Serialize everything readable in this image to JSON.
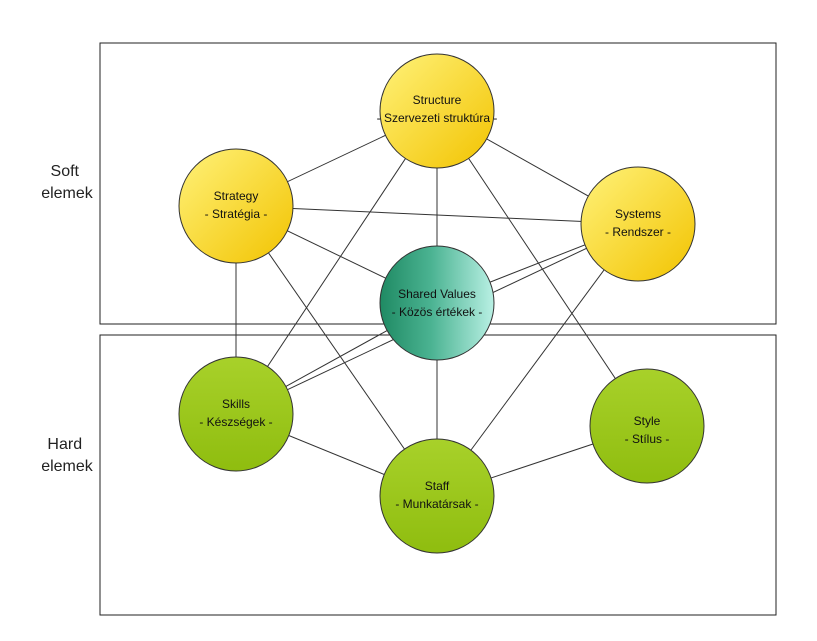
{
  "groups": {
    "soft": {
      "line1": "Soft",
      "line2": "elemek"
    },
    "hard": {
      "line1": "Hard",
      "line2": "elemek"
    }
  },
  "nodes": {
    "structure": {
      "title": "Structure",
      "subtitle": "- Szervezeti struktúra -",
      "kind": "soft"
    },
    "strategy": {
      "title": "Strategy",
      "subtitle": "- Stratégia -",
      "kind": "soft"
    },
    "systems": {
      "title": "Systems",
      "subtitle": "- Rendszer -",
      "kind": "soft"
    },
    "shared_values": {
      "title": "Shared Values",
      "subtitle": "- Közös értékek -",
      "kind": "core"
    },
    "skills": {
      "title": "Skills",
      "subtitle": "- Készségek -",
      "kind": "hard"
    },
    "style": {
      "title": "Style",
      "subtitle": "- Stílus -",
      "kind": "hard"
    },
    "staff": {
      "title": "Staff",
      "subtitle": "- Munkatársak -",
      "kind": "hard"
    }
  },
  "edges": [
    [
      "structure",
      "strategy"
    ],
    [
      "structure",
      "systems"
    ],
    [
      "structure",
      "shared_values"
    ],
    [
      "structure",
      "skills"
    ],
    [
      "structure",
      "style"
    ],
    [
      "strategy",
      "systems"
    ],
    [
      "strategy",
      "shared_values"
    ],
    [
      "strategy",
      "skills"
    ],
    [
      "strategy",
      "staff"
    ],
    [
      "systems",
      "shared_values"
    ],
    [
      "systems",
      "skills"
    ],
    [
      "systems",
      "staff"
    ],
    [
      "shared_values",
      "skills"
    ],
    [
      "shared_values",
      "staff"
    ],
    [
      "skills",
      "staff"
    ],
    [
      "staff",
      "style"
    ]
  ],
  "colors": {
    "soft_light": "#fff27a",
    "soft_dark": "#f2c300",
    "hard_light": "#a8d12a",
    "hard_dark": "#8fbd0f",
    "core_dark": "#1f8a63",
    "core_light": "#b9f0e4",
    "line": "#333333",
    "border": "#222222"
  }
}
